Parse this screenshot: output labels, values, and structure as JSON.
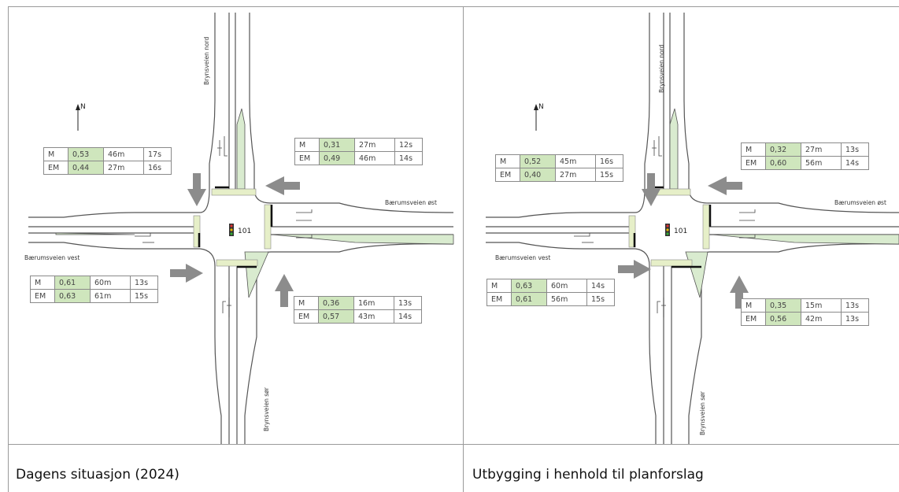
{
  "panels": [
    {
      "caption": "Dagens situasjon (2024)",
      "junction_id": "101",
      "north_label": "N",
      "roads": {
        "north": "Brynsveien nord",
        "south": "Brynsveien sør",
        "east": "Bærumsveien øst",
        "west": "Bærumsveien vest"
      },
      "tables": {
        "northwest": [
          {
            "period": "M",
            "vc": "0,53",
            "queue": "46m",
            "wait": "17s"
          },
          {
            "period": "EM",
            "vc": "0,44",
            "queue": "27m",
            "wait": "16s"
          }
        ],
        "northeast": [
          {
            "period": "M",
            "vc": "0,31",
            "queue": "27m",
            "wait": "12s"
          },
          {
            "period": "EM",
            "vc": "0,49",
            "queue": "46m",
            "wait": "14s"
          }
        ],
        "southwest": [
          {
            "period": "M",
            "vc": "0,61",
            "queue": "60m",
            "wait": "13s"
          },
          {
            "period": "EM",
            "vc": "0,63",
            "queue": "61m",
            "wait": "15s"
          }
        ],
        "southeast": [
          {
            "period": "M",
            "vc": "0,36",
            "queue": "16m",
            "wait": "13s"
          },
          {
            "period": "EM",
            "vc": "0,57",
            "queue": "43m",
            "wait": "14s"
          }
        ]
      }
    },
    {
      "caption": "Utbygging i henhold til planforslag",
      "junction_id": "101",
      "north_label": "N",
      "roads": {
        "north": "Brynsveien nord",
        "south": "Brynsveien sør",
        "east": "Bærumsveien øst",
        "west": "Bærumsveien vest"
      },
      "tables": {
        "northwest": [
          {
            "period": "M",
            "vc": "0,52",
            "queue": "45m",
            "wait": "16s"
          },
          {
            "period": "EM",
            "vc": "0,40",
            "queue": "27m",
            "wait": "15s"
          }
        ],
        "northeast": [
          {
            "period": "M",
            "vc": "0,32",
            "queue": "27m",
            "wait": "13s"
          },
          {
            "period": "EM",
            "vc": "0,60",
            "queue": "56m",
            "wait": "14s"
          }
        ],
        "southwest": [
          {
            "period": "M",
            "vc": "0,63",
            "queue": "60m",
            "wait": "14s"
          },
          {
            "period": "EM",
            "vc": "0,61",
            "queue": "56m",
            "wait": "15s"
          }
        ],
        "southeast": [
          {
            "period": "M",
            "vc": "0,35",
            "queue": "15m",
            "wait": "13s"
          },
          {
            "period": "EM",
            "vc": "0,56",
            "queue": "42m",
            "wait": "13s"
          }
        ]
      }
    }
  ],
  "colors": {
    "highlight": "#cfe6bd",
    "arrow": "#8c8c8c",
    "road": "#555555",
    "crosswalk": "#e6efc8"
  }
}
